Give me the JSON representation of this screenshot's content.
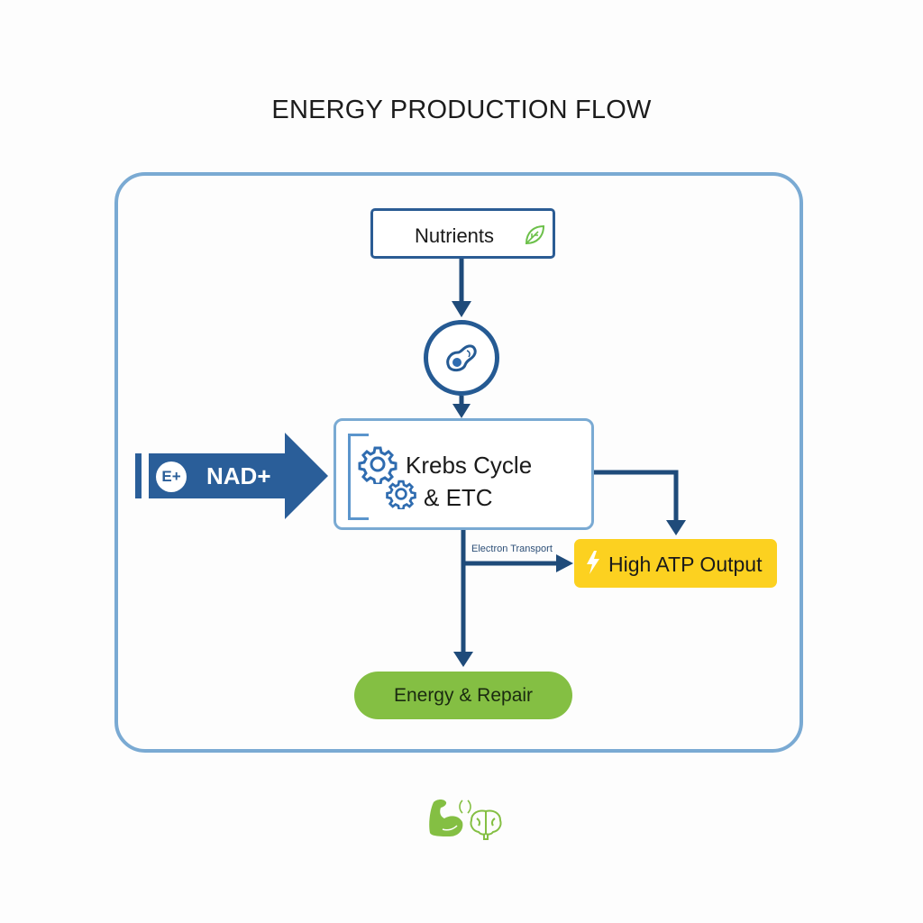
{
  "title": "ENERGY PRODUCTION FLOW",
  "nodes": {
    "nutrients": {
      "label": "Nutrients",
      "icon": "leaf-icon"
    },
    "cell": {
      "icon": "cell-icon"
    },
    "krebs": {
      "line1": "Krebs Cycle",
      "line2": "& ETC",
      "icon": "gears-icon"
    },
    "nad": {
      "label": "NAD+",
      "badge": "E+"
    },
    "atp": {
      "label": "High ATP Output",
      "icon": "lightning-icon"
    },
    "repair": {
      "label": "Energy & Repair"
    }
  },
  "edges": {
    "electron_transport_label": "Electron Transport"
  },
  "footer": {
    "icons": [
      "muscle-icon",
      "brain-icon"
    ]
  },
  "colors": {
    "frame": "#7aaad3",
    "arrow": "#1f4b7a",
    "nad_arrow": "#2a5e99",
    "atp": "#fcd120",
    "repair": "#84bf43",
    "leaf": "#6cc04a"
  }
}
